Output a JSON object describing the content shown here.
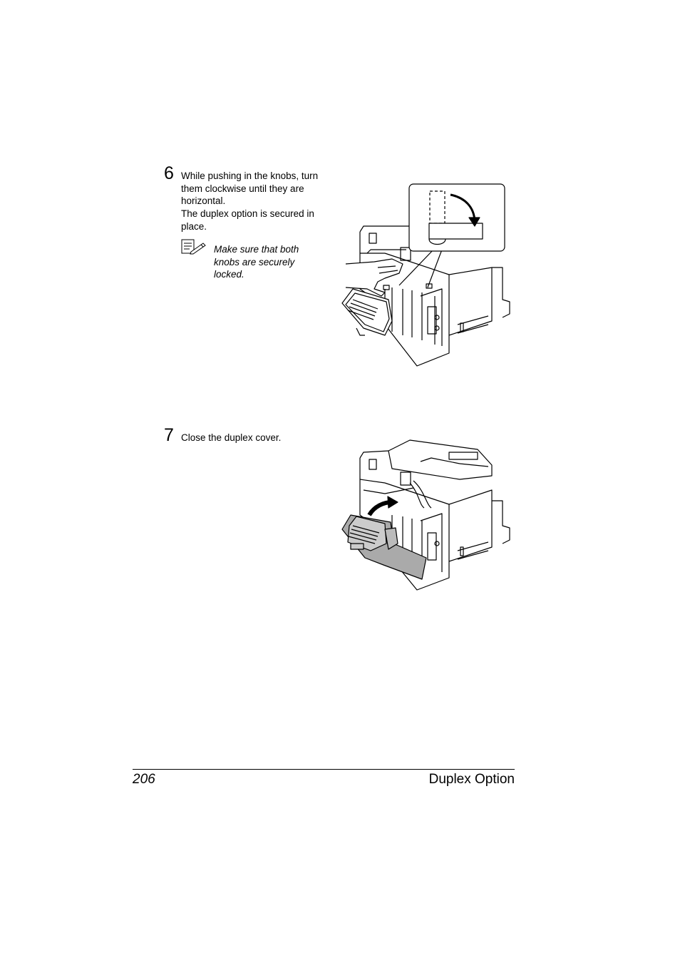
{
  "steps": [
    {
      "number": "6",
      "lines": [
        "While pushing in the knobs, turn",
        "them clockwise until they are",
        "horizontal.",
        "The duplex option is secured in",
        "place."
      ],
      "note": {
        "icon": "note-pencil-icon",
        "lines": [
          "Make sure that both",
          "knobs are securely",
          "locked."
        ]
      },
      "figure": "printer-knob-turn-illustration"
    },
    {
      "number": "7",
      "lines": [
        "Close the duplex cover."
      ],
      "figure": "printer-close-cover-illustration"
    }
  ],
  "footer": {
    "page_number": "206",
    "section_title": "Duplex Option"
  }
}
